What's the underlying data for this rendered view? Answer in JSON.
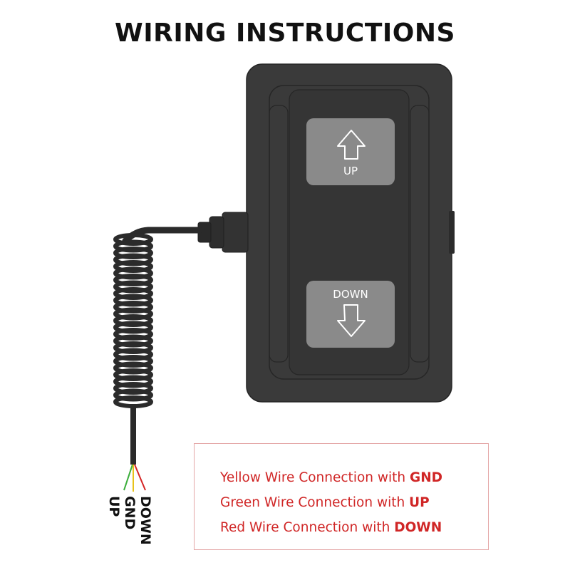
{
  "title": "WIRING INSTRUCTIONS",
  "device": {
    "up_label": "UP",
    "down_label": "DOWN"
  },
  "wires": [
    {
      "name": "UP",
      "color": "#3cae3c"
    },
    {
      "name": "GND",
      "color": "#e8c21a"
    },
    {
      "name": "DOWN",
      "color": "#d42323"
    }
  ],
  "instructions": [
    {
      "prefix": "Yellow Wire Connection with ",
      "target": "GND"
    },
    {
      "prefix": "Green Wire Connection with ",
      "target": "UP"
    },
    {
      "prefix": "Red Wire Connection with ",
      "target": "DOWN"
    }
  ],
  "colors": {
    "housing": "#3a3a3a",
    "button": "#8a8a8a",
    "text_accent": "#d02626"
  }
}
